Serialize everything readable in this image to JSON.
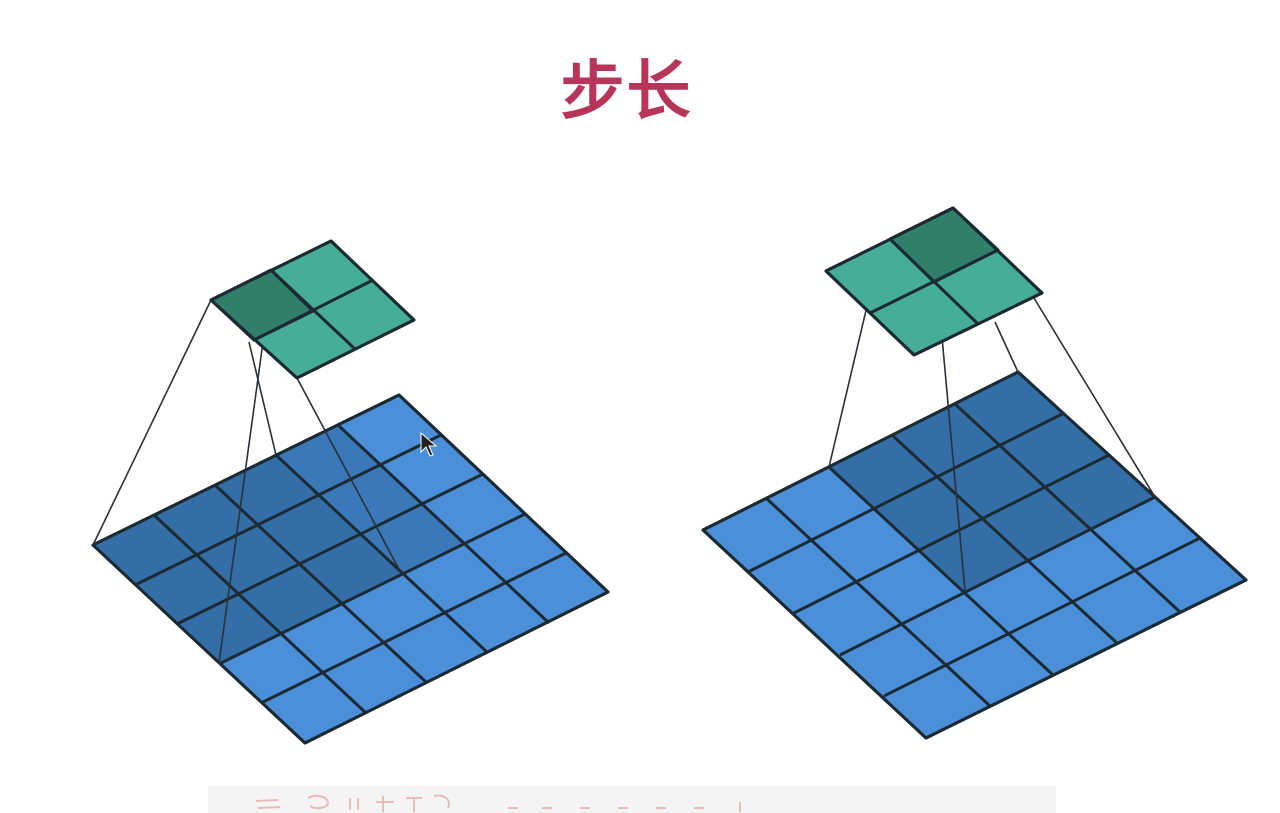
{
  "slide": {
    "title": "步长"
  },
  "diagrams": [
    {
      "name": "stride-example-left",
      "input_grid": {
        "rows": 5,
        "cols": 5
      },
      "output_grid": {
        "rows": 2,
        "cols": 2
      },
      "highlighted_input_cells": [
        [
          0,
          0
        ],
        [
          0,
          1
        ],
        [
          0,
          2
        ],
        [
          1,
          0
        ],
        [
          1,
          1
        ],
        [
          1,
          2
        ],
        [
          2,
          0
        ],
        [
          2,
          1
        ],
        [
          2,
          2
        ],
        [
          1,
          3
        ],
        [
          2,
          3
        ],
        [
          0,
          3
        ]
      ],
      "active_output_cell": [
        0,
        0
      ]
    },
    {
      "name": "stride-example-right",
      "input_grid": {
        "rows": 5,
        "cols": 5
      },
      "output_grid": {
        "rows": 2,
        "cols": 2
      },
      "active_output_cell": [
        0,
        1
      ]
    }
  ],
  "colors": {
    "title": "#b8355a",
    "input_cell": "#4a8fd8",
    "input_cell_highlight": "#346ea6",
    "output_cell": "#46ae96",
    "output_cell_active": "#2f7f6b",
    "grid_line": "#1b2a33",
    "projection_line": "#2a3138"
  },
  "icons": {
    "cursor": "mouse-pointer-icon"
  }
}
